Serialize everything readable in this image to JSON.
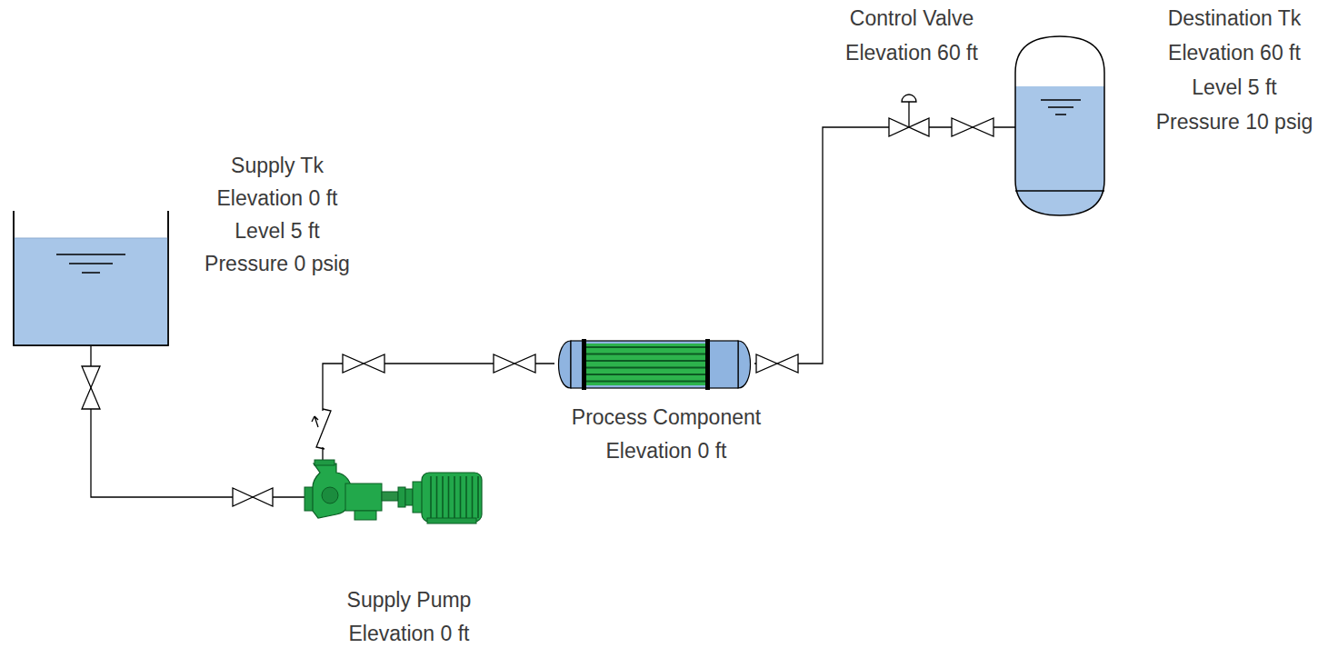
{
  "diagram": {
    "nodes": [
      {
        "text": [
          "Supply Tk",
          "Elevation 0 ft",
          "Level 5 ft",
          "Pressure 0 psig"
        ]
      },
      {
        "text": [
          "Supply Pump",
          "Elevation 0 ft"
        ]
      },
      {
        "text": [
          "Process Component",
          "Elevation 0 ft"
        ]
      },
      {
        "text": [
          "Control Valve",
          "Elevation 60 ft"
        ]
      },
      {
        "text": [
          "Destination Tk",
          "Elevation 60 ft",
          "Level 5 ft",
          "Pressure 10 psig"
        ]
      }
    ],
    "edges": [
      {
        "from": 0,
        "to": 1,
        "arrow": "none"
      },
      {
        "from": 1,
        "to": 2,
        "arrow": "none"
      },
      {
        "from": 2,
        "to": 3,
        "arrow": "none"
      },
      {
        "from": 3,
        "to": 4,
        "arrow": "none"
      }
    ]
  }
}
